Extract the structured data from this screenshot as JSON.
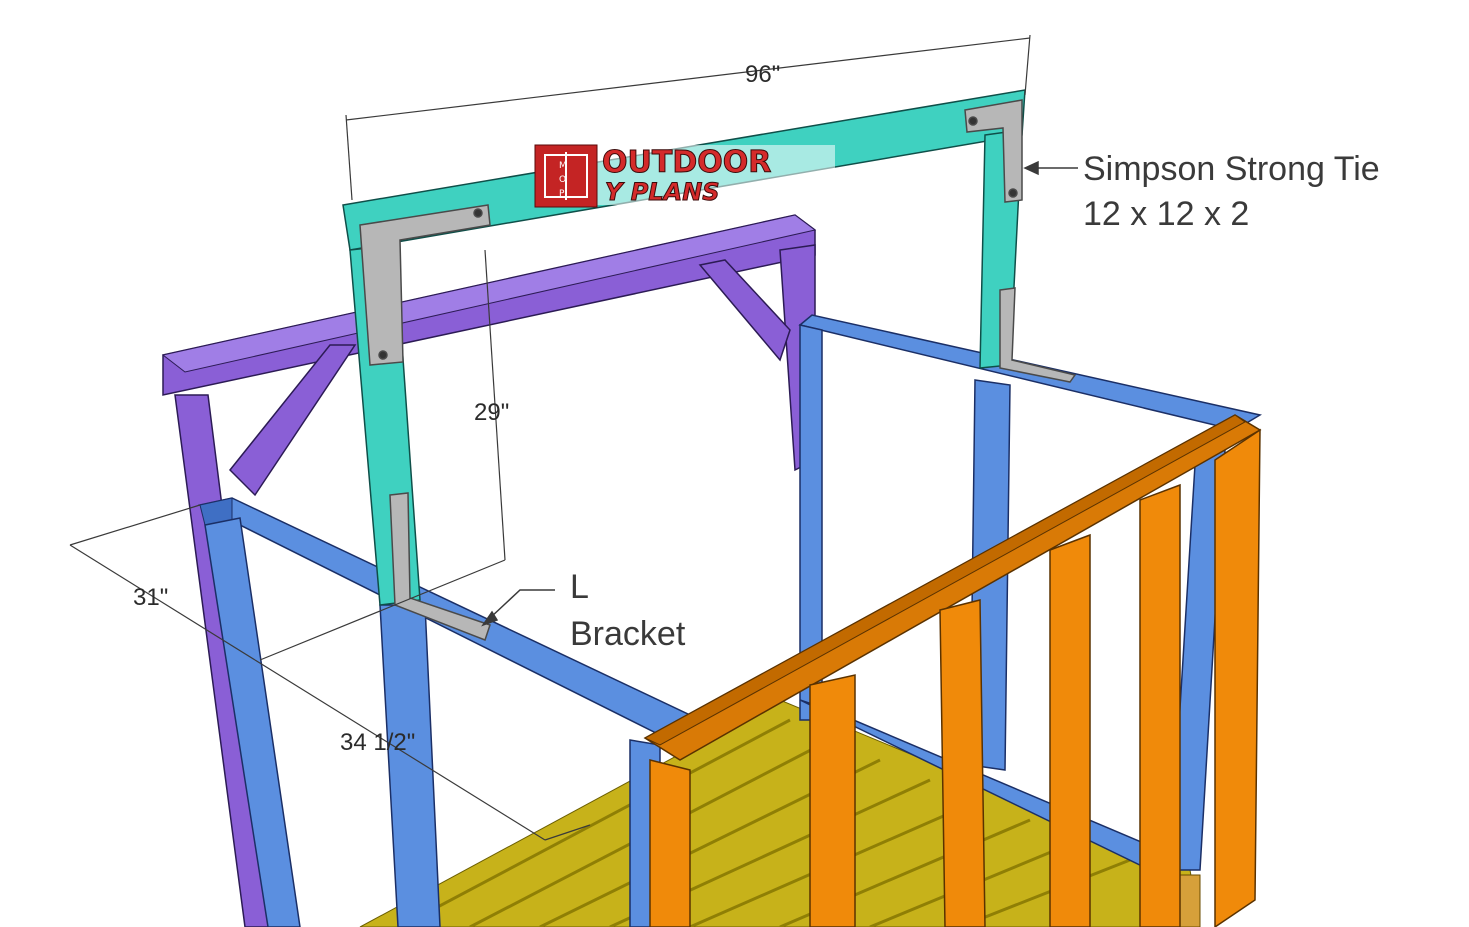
{
  "dimensions": {
    "top_width": "96\"",
    "post_height": "29\"",
    "left_depth": "31\"",
    "left_span": "34 1/2\""
  },
  "callouts": {
    "strong_tie_line1": "Simpson Strong Tie",
    "strong_tie_line2": "12 x 12 x 2",
    "bracket_line1": "L",
    "bracket_line2": "Bracket"
  },
  "logo": {
    "line1": "OUTDOOR",
    "line2": "Y PLANS",
    "badge_m": "M",
    "badge_o": "O",
    "badge_p": "P"
  },
  "colors": {
    "teal": "#3fd1c0",
    "purple": "#8a5fd6",
    "blue": "#5b8fe0",
    "orange": "#f08a0a",
    "floor": "#c7b21a",
    "steel": "#b7b7b7",
    "logo_red": "#d42b2b"
  }
}
